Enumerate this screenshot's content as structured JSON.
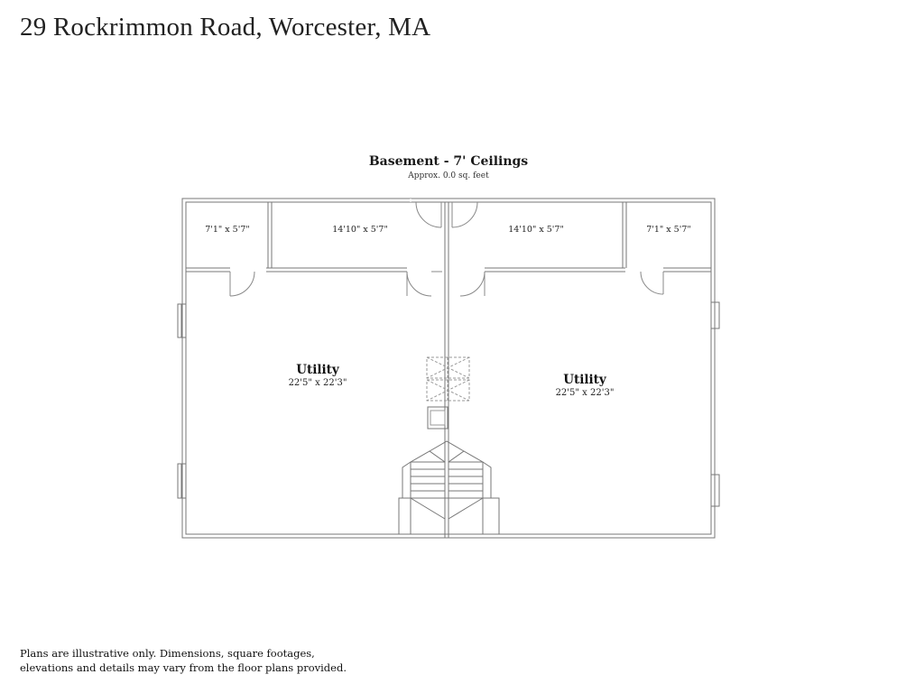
{
  "title": "29 Rockrimmon Road, Worcester, MA",
  "plan": {
    "level_name": "Basement - 7' Ceilings",
    "approx_area": "Approx. 0.0 sq. feet",
    "rooms": [
      {
        "name": "",
        "dimensions": "7'1\" x 5'7\""
      },
      {
        "name": "",
        "dimensions": "14'10\" x 5'7\""
      },
      {
        "name": "",
        "dimensions": "14'10\" x 5'7\""
      },
      {
        "name": "",
        "dimensions": "7'1\" x 5'7\""
      },
      {
        "name": "Utility",
        "dimensions": "22'5\" x 22'3\""
      },
      {
        "name": "Utility",
        "dimensions": "22'5\" x 22'3\""
      }
    ]
  },
  "disclaimer": {
    "line1": "Plans are illustrative only. Dimensions, square footages,",
    "line2": "elevations and details may vary from the floor plans provided."
  }
}
